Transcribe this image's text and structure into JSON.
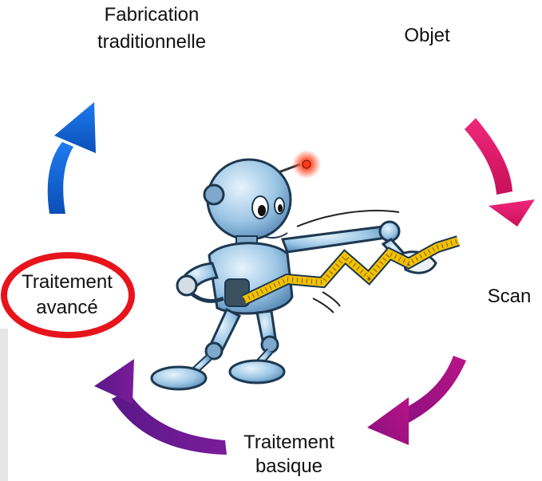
{
  "labels": {
    "fabrication_line1": "Fabrication",
    "fabrication_line2": "traditionnelle",
    "objet": "Objet",
    "scan": "Scan",
    "traitement_basique_line1": "Traitement",
    "traitement_basique_line2": "basique",
    "traitement_avance_line1": "Traitement",
    "traitement_avance_line2": "avancé"
  },
  "colors": {
    "arrow_blue": "#1565d8",
    "arrow_pink": "#e0186a",
    "arrow_magenta": "#a8127a",
    "arrow_purple": "#6a1a94",
    "highlight_ring": "#e8141c",
    "robot_body": "#9cc6e6",
    "tape_measure": "#f2c200"
  },
  "icons": [
    "cycle-arrow",
    "robot-illustration",
    "tape-measure"
  ]
}
